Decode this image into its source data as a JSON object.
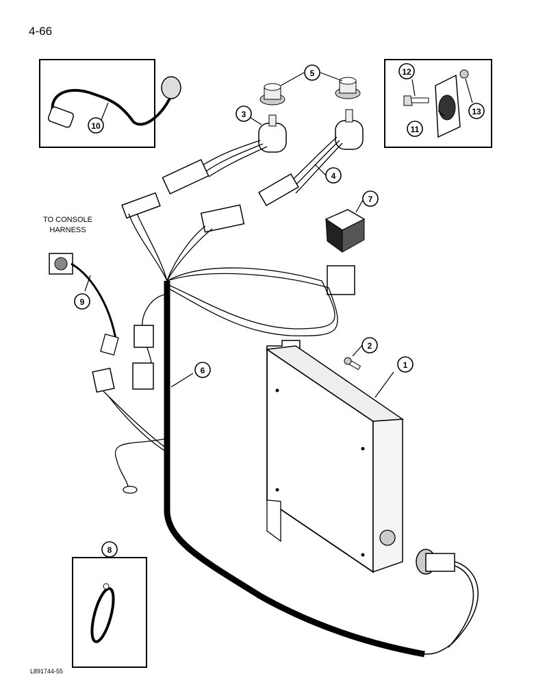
{
  "page_number": "4-66",
  "console_label": "TO CONSOLE\nHARNESS",
  "figure_code": "L891744-55",
  "callouts": {
    "c1": "1",
    "c2": "2",
    "c3": "3",
    "c4": "4",
    "c5": "5",
    "c6": "6",
    "c7": "7",
    "c8": "8",
    "c9": "9",
    "c10": "10",
    "c11": "11",
    "c12": "12",
    "c13": "13"
  }
}
